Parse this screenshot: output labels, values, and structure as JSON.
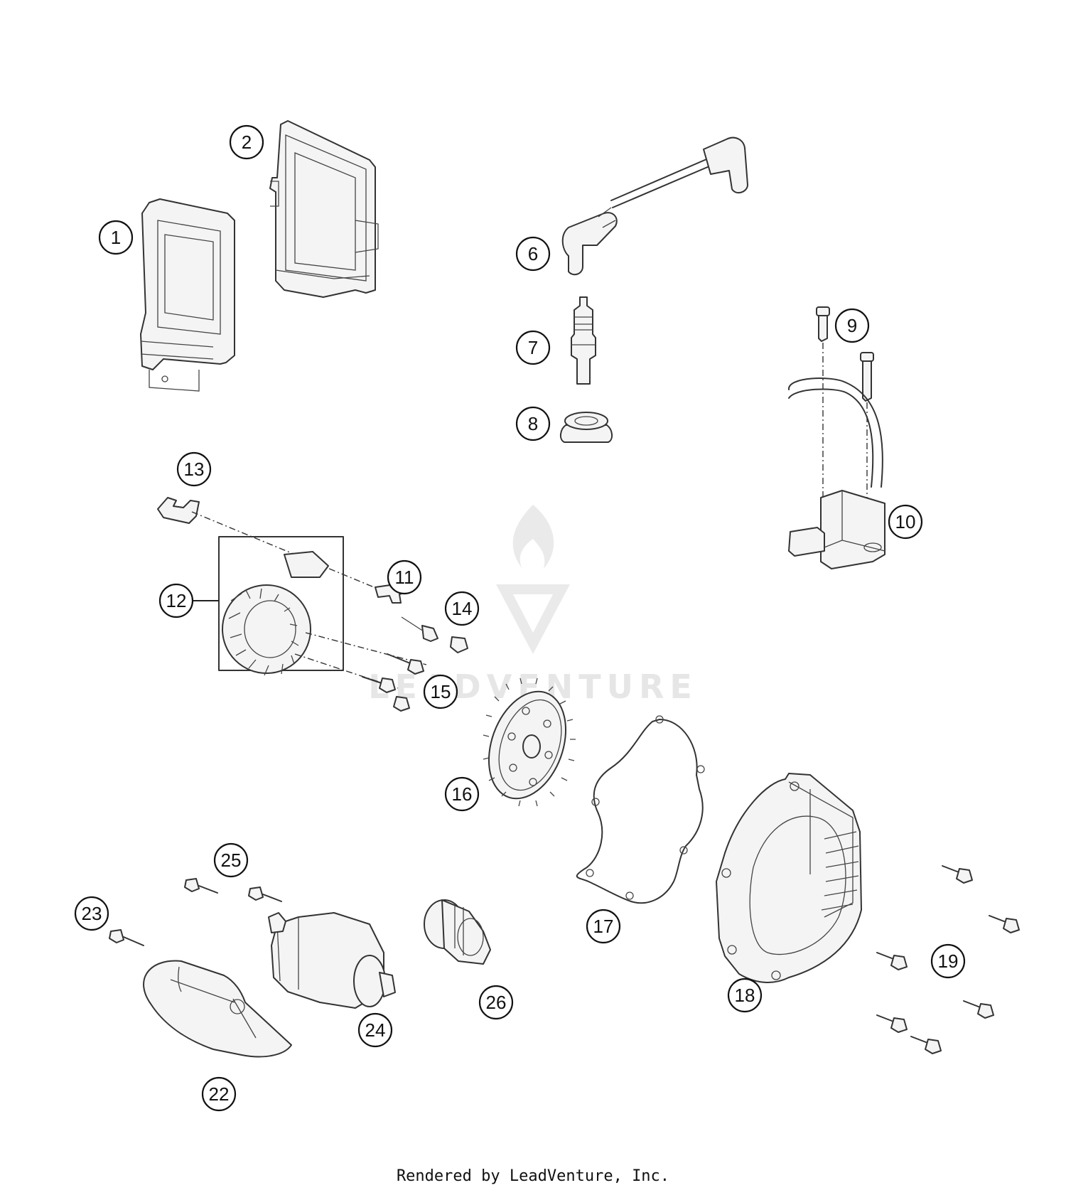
{
  "diagram": {
    "callouts": [
      "1",
      "2",
      "6",
      "7",
      "8",
      "9",
      "10",
      "11",
      "12",
      "13",
      "14",
      "15",
      "16",
      "17",
      "18",
      "19",
      "22",
      "23",
      "24",
      "25",
      "26"
    ]
  },
  "watermark": {
    "text": "LEADVENTURE"
  },
  "footer": {
    "text": "Rendered by LeadVenture, Inc."
  }
}
